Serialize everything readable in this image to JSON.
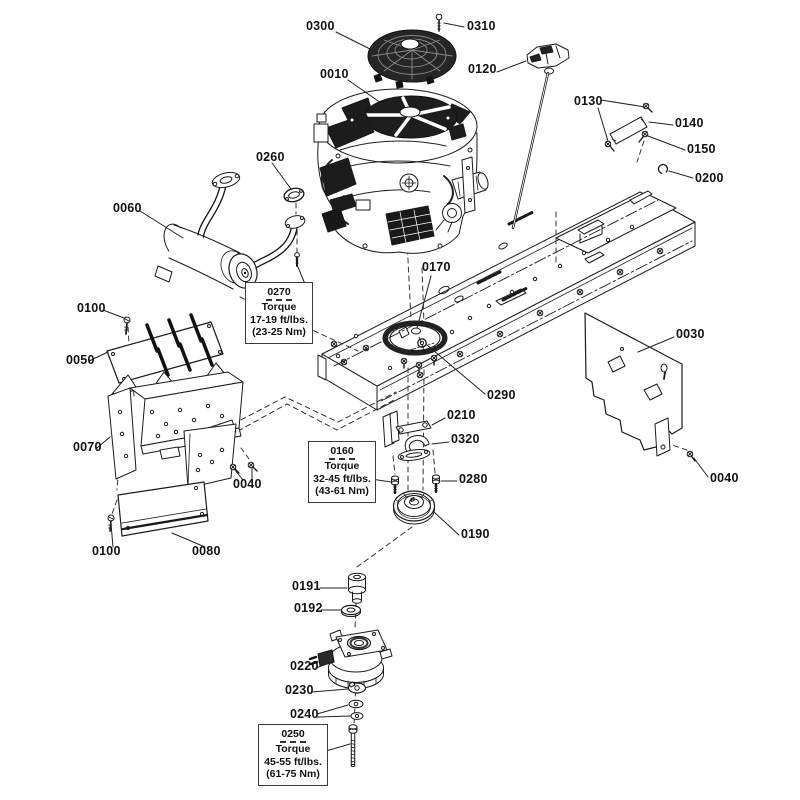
{
  "palette": {
    "background": "#ffffff",
    "line": "#1a1a1a",
    "dark_fill": "#1c1c1c"
  },
  "callouts": [
    {
      "text": "0300"
    },
    {
      "text": "0310"
    },
    {
      "text": "0120"
    },
    {
      "text": "0010"
    },
    {
      "text": "0130"
    },
    {
      "text": "0140"
    },
    {
      "text": "0150"
    },
    {
      "text": "0200"
    },
    {
      "text": "0260"
    },
    {
      "text": "0060"
    },
    {
      "text": "0030"
    },
    {
      "text": "0040"
    },
    {
      "text": "0170"
    },
    {
      "text": "0290"
    },
    {
      "text": "0210"
    },
    {
      "text": "0320"
    },
    {
      "text": "0280"
    },
    {
      "text": "0190"
    },
    {
      "text": "0100"
    },
    {
      "text": "0050"
    },
    {
      "text": "0070"
    },
    {
      "text": "0040"
    },
    {
      "text": "0100"
    },
    {
      "text": "0080"
    },
    {
      "text": "0191"
    },
    {
      "text": "0192"
    },
    {
      "text": "0220"
    },
    {
      "text": "0230"
    },
    {
      "text": "0240"
    }
  ],
  "torque_boxes": [
    {
      "ref": "0270",
      "label": "Torque",
      "ftlbs": "17-19 ft/lbs.",
      "nm": "(23-25 Nm)"
    },
    {
      "ref": "0160",
      "label": "Torque",
      "ftlbs": "32-45 ft/lbs.",
      "nm": "(43-61 Nm)"
    },
    {
      "ref": "0250",
      "label": "Torque",
      "ftlbs": "45-55 ft/lbs.",
      "nm": "(61-75 Nm)"
    }
  ]
}
